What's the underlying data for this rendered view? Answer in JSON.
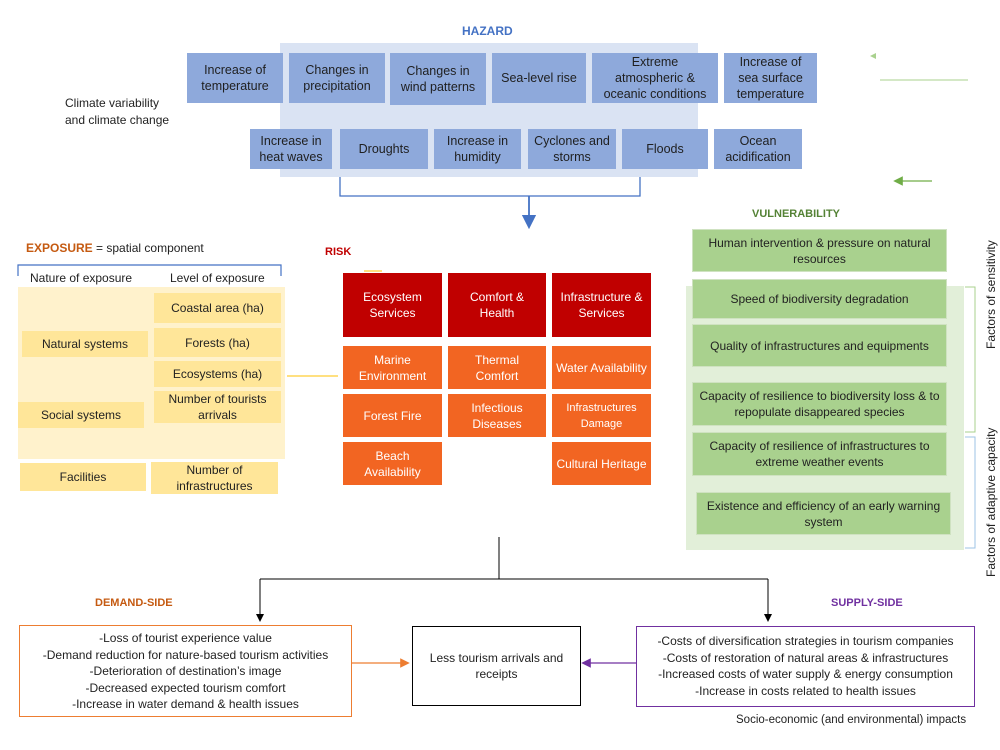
{
  "hazard": {
    "title": "HAZARD",
    "side_label": "Climate variability and climate change",
    "row1": [
      "Increase of temperature",
      "Changes in precipitation",
      "Changes in wind patterns",
      "Sea-level rise",
      "Extreme atmospheric & oceanic conditions",
      "Increase of sea surface temperature"
    ],
    "row2": [
      "Increase in heat waves",
      "Droughts",
      "Increase in humidity",
      "Cyclones and storms",
      "Floods",
      "Ocean acidification"
    ]
  },
  "exposure": {
    "title": "EXPOSURE",
    "subtitle": "= spatial component",
    "col1_header": "Nature of exposure",
    "col2_header": "Level of exposure",
    "natural": "Natural systems",
    "social": "Social systems",
    "facilities": "Facilities",
    "coastal": "Coastal area (ha)",
    "forests": "Forests (ha)",
    "ecosystems": "Ecosystems (ha)",
    "tourists": "Number of tourists arrivals",
    "infra": "Number of infrastructures"
  },
  "risk": {
    "title": "RISK",
    "headers": [
      "Ecosystem Services",
      "Comfort & Health",
      "Infrastructure & Services"
    ],
    "col1": [
      "Marine Environment",
      "Forest Fire",
      "Beach Availability"
    ],
    "col2": [
      "Thermal Comfort",
      "Infectious Diseases"
    ],
    "col3": [
      "Water Availability",
      "Infrastructures Damage",
      "Cultural Heritage"
    ]
  },
  "vulnerability": {
    "title": "VULNERABILITY",
    "items": [
      "Human intervention & pressure on natural resources",
      "Speed of biodiversity degradation",
      "Quality of infrastructures and equipments",
      "Capacity of resilience to biodiversity loss & to repopulate disappeared species",
      "Capacity of resilience of infrastructures to extreme weather events",
      "Existence and efficiency of an early warning system"
    ],
    "sensitivity_label": "Factors of sensitivity",
    "adaptive_label": "Factors of adaptive capacity"
  },
  "impacts": {
    "demand_title": "DEMAND-SIDE",
    "supply_title": "SUPPLY-SIDE",
    "demand_items": [
      "-Loss of tourist experience value",
      "-Demand reduction for nature-based tourism activities",
      "-Deterioration of destination’s image",
      "-Decreased expected tourism comfort",
      "-Increase in water demand & health issues"
    ],
    "center": "Less tourism arrivals and receipts",
    "supply_items": [
      "-Costs of diversification strategies in tourism companies",
      "-Costs of restoration of natural areas & infrastructures",
      "-Increased costs of water supply & energy consumption",
      "-Increase in costs related to health issues"
    ],
    "footer": "Socio-economic (and environmental) impacts"
  },
  "colors": {
    "hazard_box": "#8ea9db",
    "hazard_panel": "#dae3f3",
    "risk_red": "#c00000",
    "risk_orange": "#f26522",
    "exposure": "#ffe699",
    "vulnerability": "#a9d18e",
    "demand": "#ed7d31",
    "supply": "#7030a0",
    "exposure_title": "#c55a11",
    "risk_title": "#c00000",
    "vulnerability_title": "#548235",
    "demand_title": "#c55a11",
    "supply_title": "#7030a0"
  }
}
